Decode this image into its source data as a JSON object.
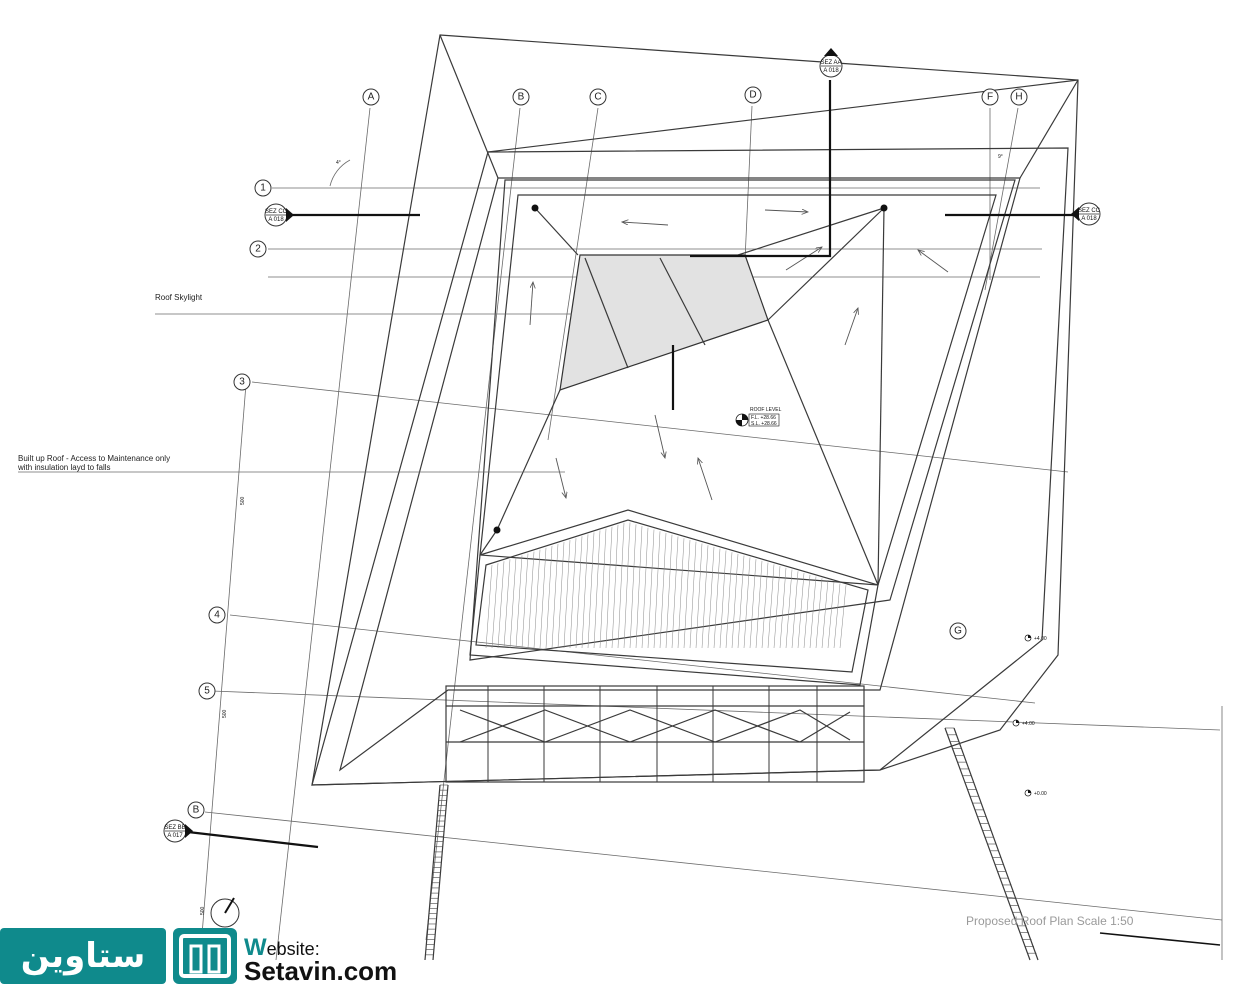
{
  "grid_labels": {
    "cols": [
      "A",
      "B",
      "C",
      "D",
      "F",
      "H",
      "G"
    ],
    "rows": [
      "1",
      "2",
      "3",
      "4",
      "5",
      "B"
    ]
  },
  "section_marks": {
    "sez_aa": {
      "label": "SEZ AA",
      "ref": "A 018"
    },
    "sez_cc_left": {
      "label": "SEZ CC",
      "ref": "A 018"
    },
    "sez_cc_right": {
      "label": "SEZ CC",
      "ref": "A 018"
    },
    "sez_bb": {
      "label": "SEZ BB",
      "ref": "A 017"
    }
  },
  "annotations": {
    "roof_skylight": "Roof Skylight",
    "built_up_roof_1": "Built up Roof - Access to Maintenance only",
    "built_up_roof_2": "with insulation layd to falls",
    "roof_level": "ROOF LEVEL",
    "roof_level_fl": "F.L. +28.66",
    "roof_level_sl": "S.L. +28.66",
    "angle_top": "9°",
    "angle_left": "4°",
    "dim_vertical_1": "500",
    "dim_vertical_2": "500",
    "dim_vertical_3": "500"
  },
  "levels": [
    "+4.00",
    "+4.00",
    "+0.00"
  ],
  "title": "Proposed Roof Plan Scale 1:50",
  "watermark": {
    "arabic": "ستاوین",
    "website_w": "W",
    "website_rest": "ebsite:",
    "url": "Setavin.com"
  }
}
